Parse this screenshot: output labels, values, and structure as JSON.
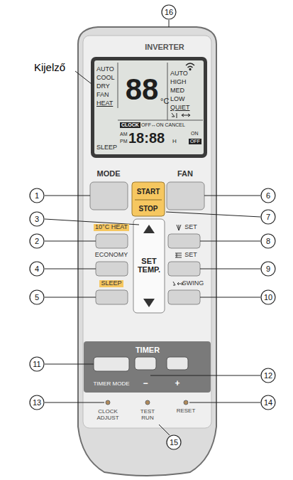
{
  "diagram": {
    "nodes": [
      {
        "text": [
          "AUTO",
          "COOL",
          "DRY",
          "FAN",
          "HEAT",
          "SLEEP",
          "88",
          "°C",
          "AUTO",
          "HIGH",
          "MED",
          "LOW",
          "QUIET",
          "CLOCK",
          "OFF↔ON CANCEL",
          "AM",
          "PM",
          "18:88",
          "H",
          "ON",
          "OFF"
        ]
      },
      {
        "text": [
          "START",
          "STOP"
        ]
      },
      {
        "text": [
          "SET TEMP."
        ]
      }
    ],
    "labels": [
      "Kijelző",
      "INVERTER",
      "MODE",
      "FAN",
      "10°C HEAT",
      "ECONOMY",
      "SLEEP",
      "SET",
      "SET",
      "SWING",
      "TIMER",
      "TIMER MODE",
      "−",
      "+",
      "CLOCK ADJUST",
      "TEST RUN",
      "RESET",
      "1",
      "2",
      "3",
      "4",
      "5",
      "6",
      "7",
      "8",
      "9",
      "10",
      "11",
      "12",
      "13",
      "14",
      "15",
      "16"
    ]
  }
}
